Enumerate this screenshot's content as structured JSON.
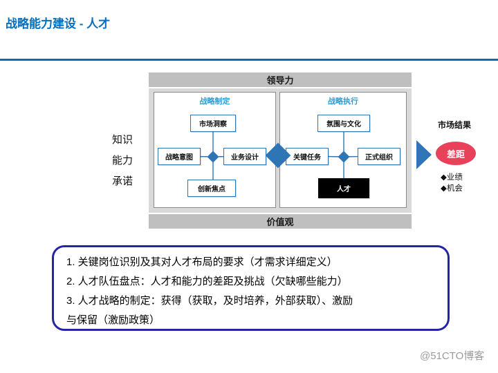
{
  "page": {
    "title": "战略能力建设 - 人才",
    "watermark": "@51CTO博客"
  },
  "colors": {
    "accent_blue": "#0070C0",
    "diagram_blue": "#2E75B6",
    "panel_label_blue": "#2E9BD5",
    "container_gray": "#D9D9D9",
    "bar_gray": "#BFBFBF",
    "gap_red": "#E8415A",
    "notes_border_navy": "#2424A6",
    "talent_box_black": "#000000"
  },
  "left_labels": [
    "知识",
    "能力",
    "承诺"
  ],
  "diagram": {
    "top_bar": "领导力",
    "bottom_bar": "价值观",
    "left_panel": {
      "title": "战略制定",
      "top": "市场洞察",
      "left": "战略意图",
      "right": "业务设计",
      "bottom": "创新焦点"
    },
    "right_panel": {
      "title": "战略执行",
      "top": "氛围与文化",
      "left": "关键任务",
      "right": "正式组织",
      "bottom": "人才"
    }
  },
  "result": {
    "title": "市场结果",
    "gap": "差距",
    "bullets": [
      "◆业绩",
      "◆机会"
    ]
  },
  "notes": {
    "lines": [
      "1. 关键岗位识别及其对人才布局的要求（才需求详细定义）",
      "2. 人才队伍盘点：人才和能力的差距及挑战（欠缺哪些能力）",
      "3. 人才战略的制定：获得（获取，及时培养，外部获取）、激励",
      "与保留（激励政策）"
    ]
  }
}
